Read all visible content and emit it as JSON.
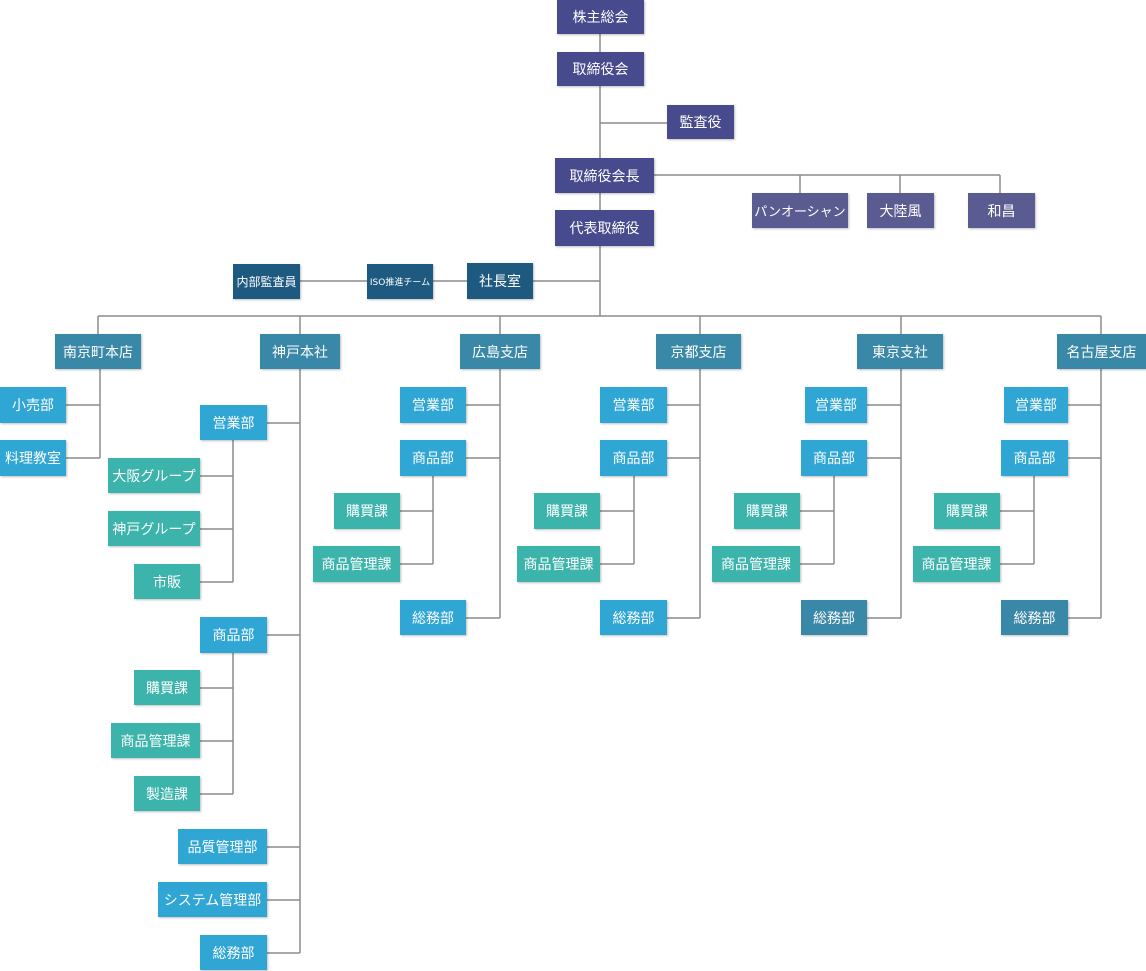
{
  "colors": {
    "line": "#8c8c8c",
    "top": "#474a8d",
    "sub": "#5a5c91",
    "dark": "#1e5a80",
    "branch": "#3a88a8",
    "dept": "#30a6d5",
    "group": "#3cb4ac"
  },
  "org": {
    "shareholders": "株主総会",
    "board": "取締役会",
    "auditor": "監査役",
    "chairman": "取締役会長",
    "chairman_sub": [
      "パンオーシャン",
      "大陸風",
      "和昌"
    ],
    "ceo": "代表取締役",
    "staff": {
      "internal_audit": "内部監査員",
      "iso": "ISO推進チーム",
      "president_office": "社長室"
    },
    "branches": [
      {
        "name": "南京町本店",
        "units": [
          "小売部",
          "料理教室"
        ]
      },
      {
        "name": "神戸本社",
        "units": [
          {
            "name": "営業部",
            "children": [
              "大阪グループ",
              "神戸グループ",
              "市販"
            ]
          },
          {
            "name": "商品部",
            "children": [
              "購買課",
              "商品管理課",
              "製造課"
            ]
          },
          {
            "name": "品質管理部"
          },
          {
            "name": "システム管理部"
          },
          {
            "name": "総務部"
          }
        ]
      },
      {
        "name": "広島支店",
        "units": [
          {
            "name": "営業部"
          },
          {
            "name": "商品部",
            "children": [
              "購買課",
              "商品管理課"
            ]
          },
          {
            "name": "総務部"
          }
        ]
      },
      {
        "name": "京都支店",
        "units": [
          {
            "name": "営業部"
          },
          {
            "name": "商品部",
            "children": [
              "購買課",
              "商品管理課"
            ]
          },
          {
            "name": "総務部"
          }
        ]
      },
      {
        "name": "東京支社",
        "units": [
          {
            "name": "営業部"
          },
          {
            "name": "商品部",
            "children": [
              "購買課",
              "商品管理課"
            ]
          },
          {
            "name": "総務部"
          }
        ]
      },
      {
        "name": "名古屋支店",
        "units": [
          {
            "name": "営業部"
          },
          {
            "name": "商品部",
            "children": [
              "購買課",
              "商品管理課"
            ]
          },
          {
            "name": "総務部"
          }
        ]
      }
    ]
  }
}
